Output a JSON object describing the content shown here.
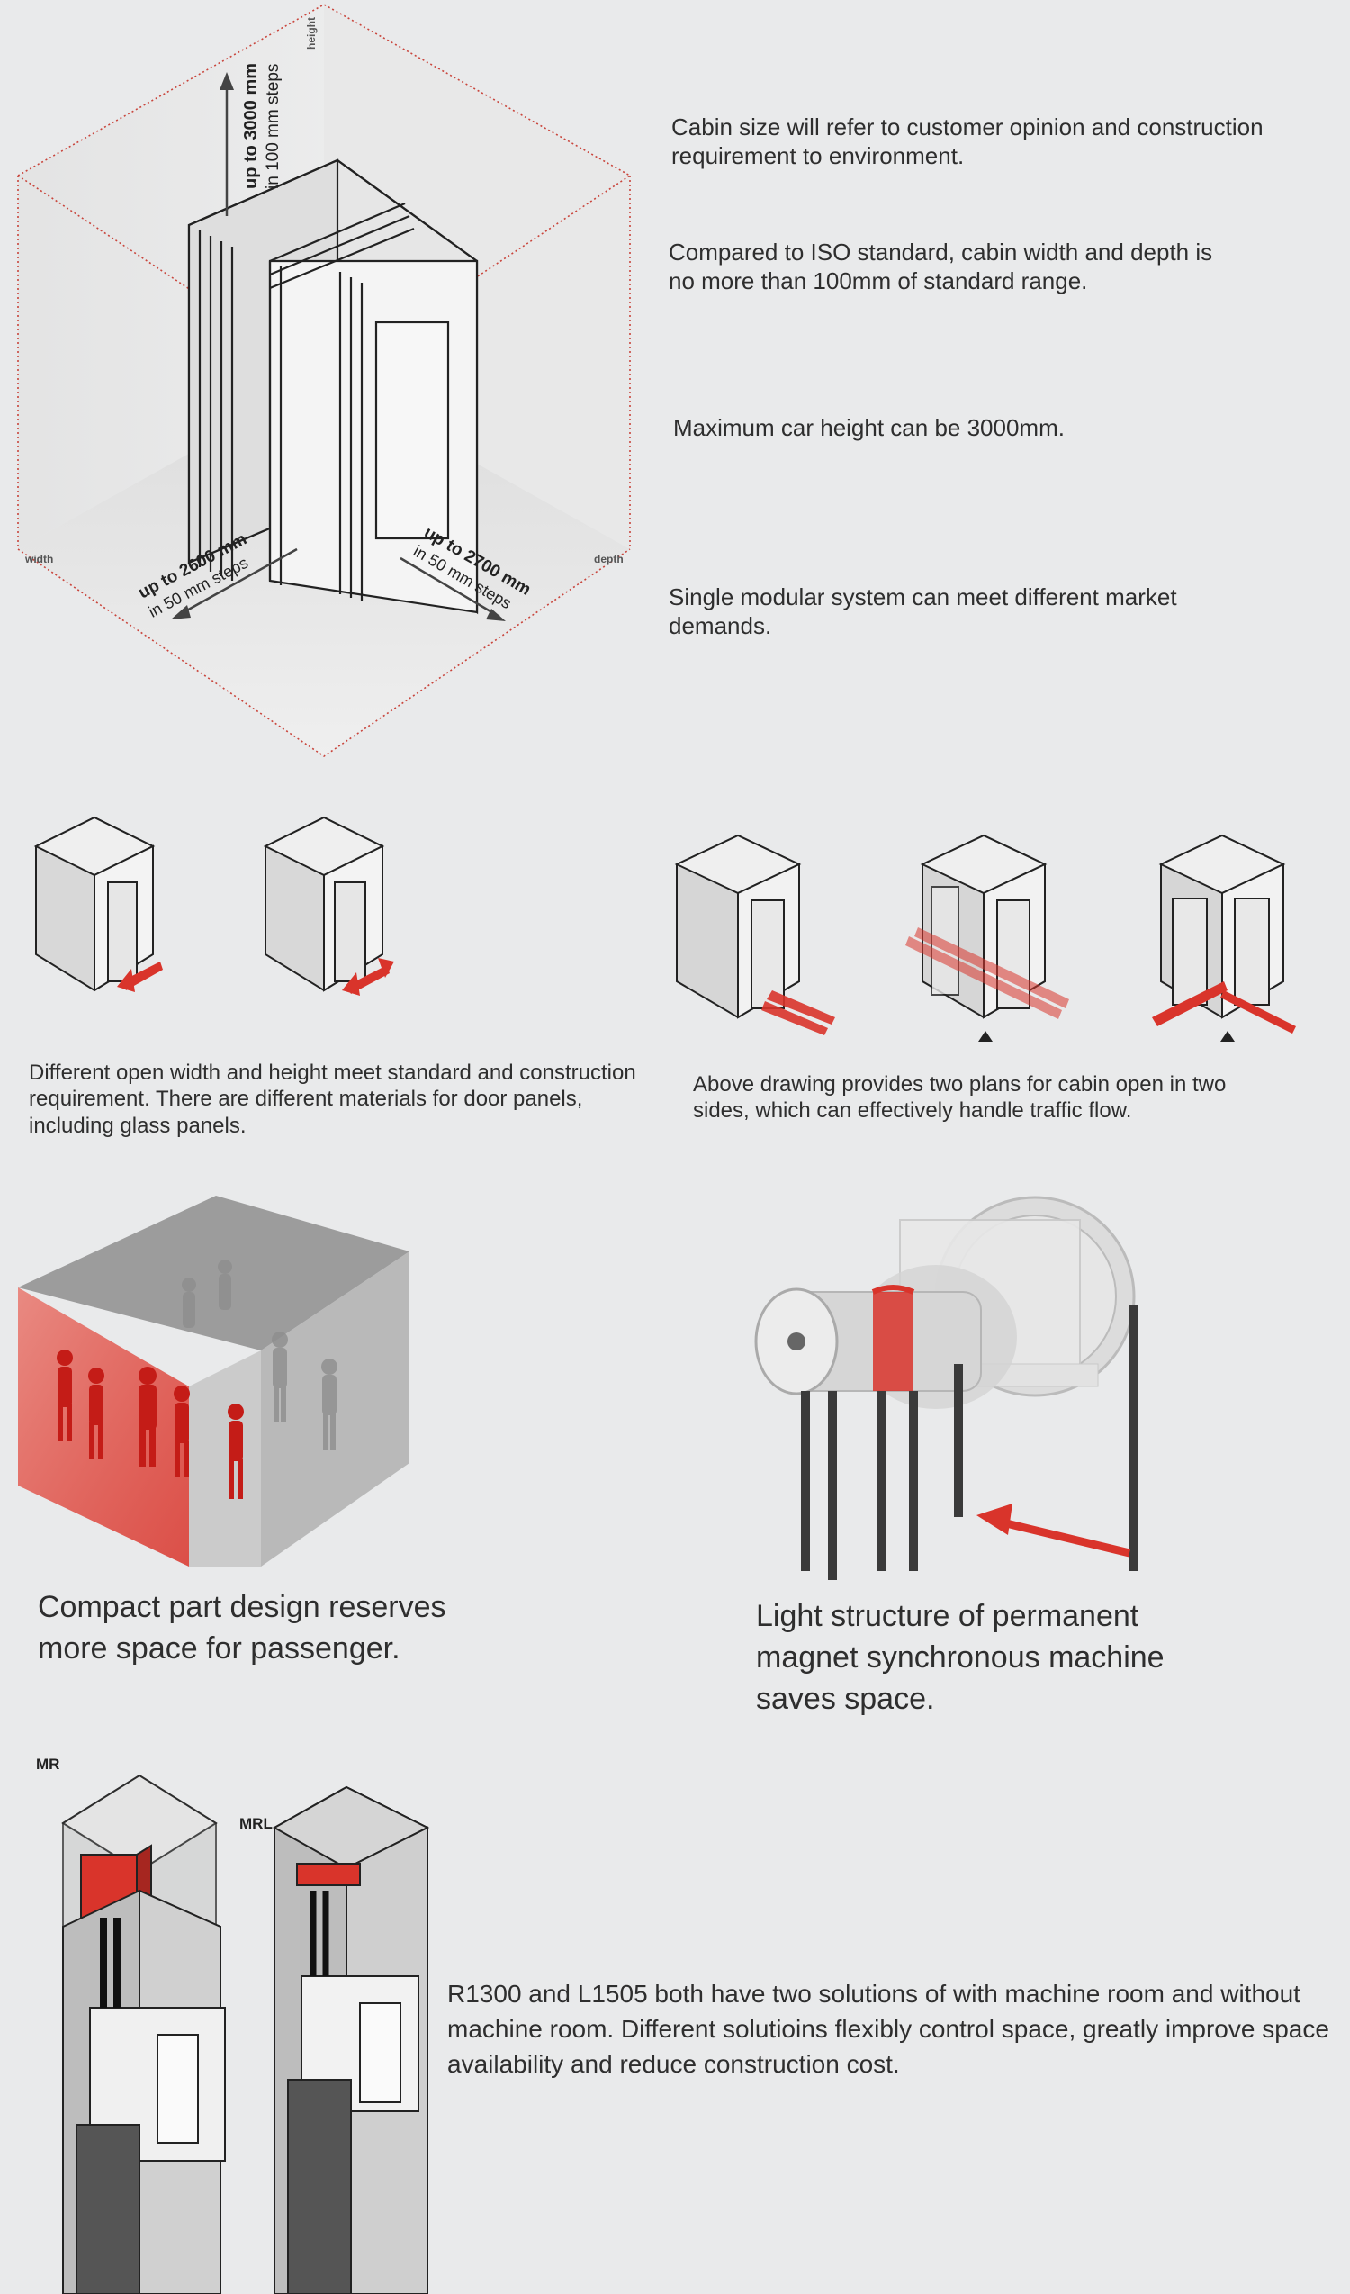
{
  "section1": {
    "height_label": "up to 3000 mm",
    "height_steps": "in 100 mm steps",
    "width_label": "up to 2600 mm",
    "width_steps": "in 50 mm steps",
    "depth_label": "up to 2700 mm",
    "depth_steps": "in 50 mm steps",
    "axis_height": "height",
    "axis_width": "width",
    "axis_depth": "depth",
    "text1": "Cabin size will refer to customer opinion and construction requirement to environment.",
    "text2": "Compared to ISO standard, cabin width and depth is no more than 100mm of standard range.",
    "text3": "Maximum car height can be 3000mm.",
    "text4": "Single modular system can meet different market demands."
  },
  "section2": {
    "left_text": "Different open width and height meet standard and construction requirement. There are different materials for door panels, including glass panels.",
    "right_text": "Above drawing provides two plans for cabin open in two sides, which can effectively handle traffic flow."
  },
  "section3": {
    "left_text": "Compact part design reserves more space for passenger.",
    "right_text": "Light structure of permanent magnet synchronous machine saves space."
  },
  "section4": {
    "mr_label": "MR",
    "mrl_label": "MRL",
    "text": "R1300 and L1505 both have two solutions of with machine room and without machine room. Different solutioins flexibly control space, greatly improve space availability and reduce construction cost."
  },
  "colors": {
    "accent_red": "#d9342b",
    "background": "#e9eaeb",
    "outline": "#222222"
  }
}
